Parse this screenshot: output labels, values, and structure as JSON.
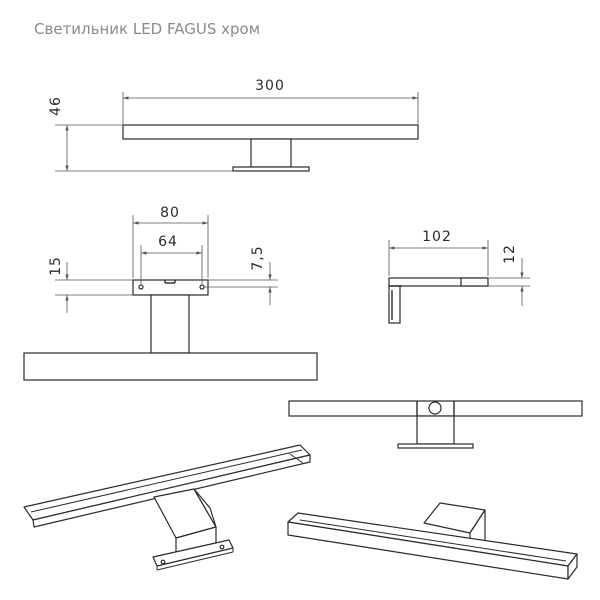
{
  "title": "Светильник LED FAGUS хром",
  "dimensions": {
    "length": "300",
    "height": "46",
    "bracket_width": "80",
    "hole_spacing": "64",
    "plate_height": "15",
    "hole_offset": "7,5",
    "depth": "102",
    "bar_height": "12"
  }
}
